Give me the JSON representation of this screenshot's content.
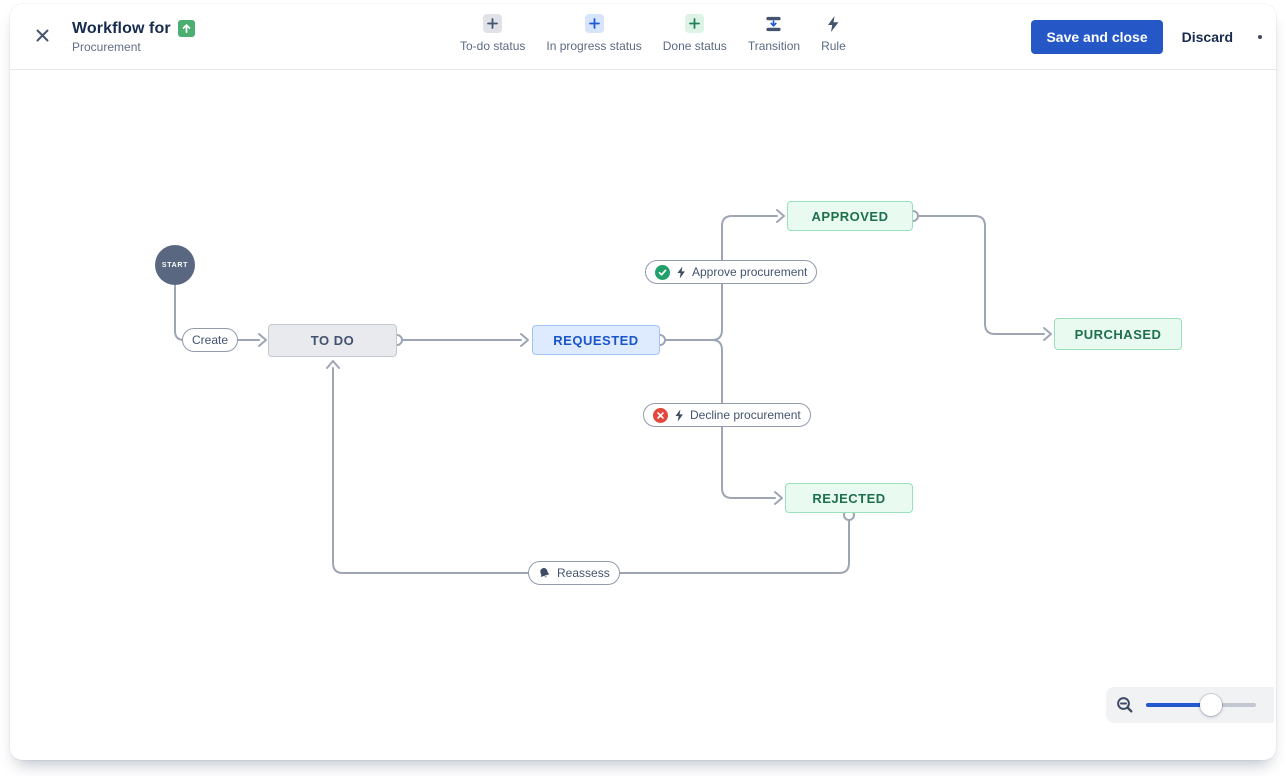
{
  "header": {
    "title": "Workflow for",
    "issue_type_icon": "arrow-up-issue-type-icon",
    "subtitle": "Procurement",
    "toolbar": [
      {
        "label": "To-do status",
        "icon": "plus-gray"
      },
      {
        "label": "In progress status",
        "icon": "plus-blue"
      },
      {
        "label": "Done status",
        "icon": "plus-green"
      },
      {
        "label": "Transition",
        "icon": "transition"
      },
      {
        "label": "Rule",
        "icon": "lightning-bolt"
      }
    ],
    "actions": {
      "save": "Save and close",
      "discard": "Discard"
    }
  },
  "canvas": {
    "start": "START",
    "statuses": {
      "todo": "TO DO",
      "requested": "REQUESTED",
      "approved": "APPROVED",
      "purchased": "PURCHASED",
      "rejected": "REJECTED"
    },
    "transitions": {
      "create": "Create",
      "approve": "Approve procurement",
      "decline": "Decline procurement",
      "reassess": "Reassess"
    },
    "zoom": {
      "slider_fraction": 0.59
    }
  },
  "colors": {
    "primary_button_blue": "#2557C7",
    "status_todo_bg": "#E8EAEE",
    "status_todo_text": "#42526E",
    "status_inprogress_bg": "#DEEBFF",
    "status_inprogress_text": "#1A55CB",
    "status_done_bg": "#E9FBF0",
    "status_done_text": "#1E6F4B",
    "edge_gray": "#9EA6B4",
    "approve_icon_green": "#22A06B",
    "decline_icon_red": "#E2483D",
    "start_node_slate": "#596780",
    "title_issue_icon_green": "#4CAE70"
  }
}
